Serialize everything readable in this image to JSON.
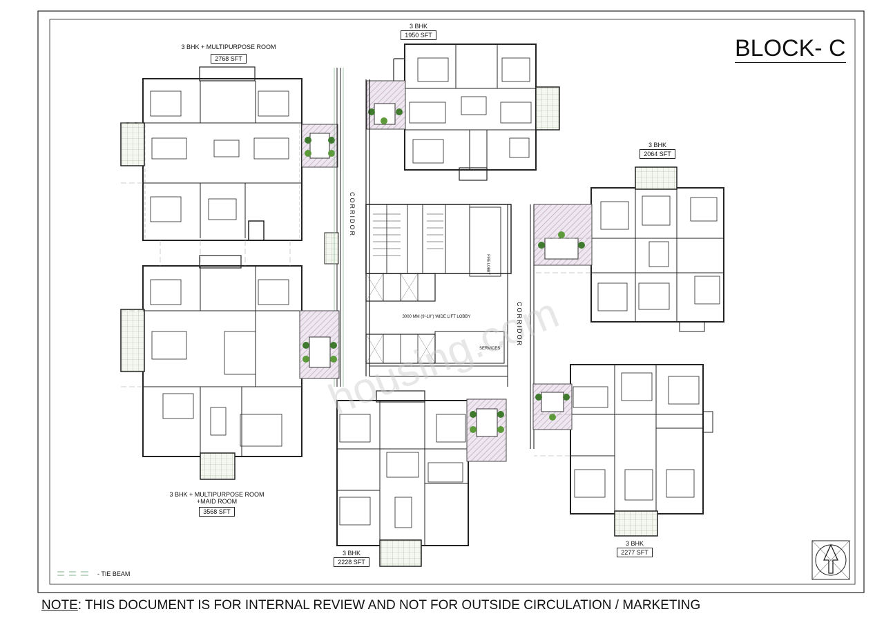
{
  "title": "BLOCK- C",
  "note": {
    "key": "NOTE",
    "text": ": THIS DOCUMENT IS FOR INTERNAL REVIEW AND NOT FOR OUTSIDE CIRCULATION / MARKETING"
  },
  "legend": {
    "label": "- TIE BEAM"
  },
  "watermark": "housing.com",
  "units": [
    {
      "type": "3 BHK + MULTIPURPOSE ROOM",
      "type2": "",
      "area": "2768 SFT"
    },
    {
      "type": "3 BHK",
      "type2": "",
      "area": "1950 SFT"
    },
    {
      "type": "3 BHK",
      "type2": "",
      "area": "2064 SFT"
    },
    {
      "type": "3 BHK + MULTIPURPOSE ROOM",
      "type2": "+MAID ROOM",
      "area": "3568 SFT"
    },
    {
      "type": "3 BHK",
      "type2": "",
      "area": "2228 SFT"
    },
    {
      "type": "3 BHK",
      "type2": "",
      "area": "2277 SFT"
    }
  ],
  "core": {
    "corridor_left": "CORRIDOR",
    "corridor_right": "CORRIDOR",
    "lobby": "3000 MM (9'-10\") WIDE LIFT LOBBY",
    "services": "SERVICES",
    "fire_lobby": "FIRE LOBBY"
  }
}
